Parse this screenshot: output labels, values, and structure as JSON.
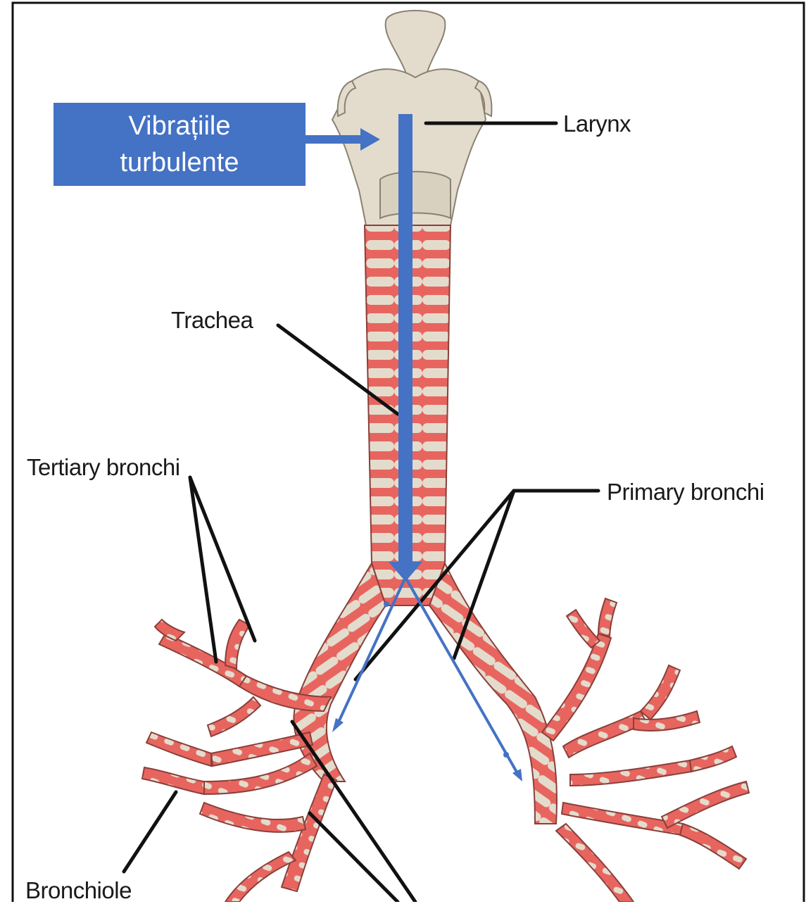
{
  "callout": {
    "line1": "Vibrațiile",
    "line2": "turbulente"
  },
  "labels": {
    "larynx": "Larynx",
    "trachea": "Trachea",
    "tertiary_bronchi": "Tertiary bronchi",
    "primary_bronchi": "Primary bronchi",
    "bronchiole": "Bronchiole"
  },
  "colors": {
    "callout_fill": "#4472c4",
    "arrow": "#4472c4",
    "cartilage": "#e3dccd",
    "tissue": "#e8655f",
    "leader_line": "#111111"
  }
}
